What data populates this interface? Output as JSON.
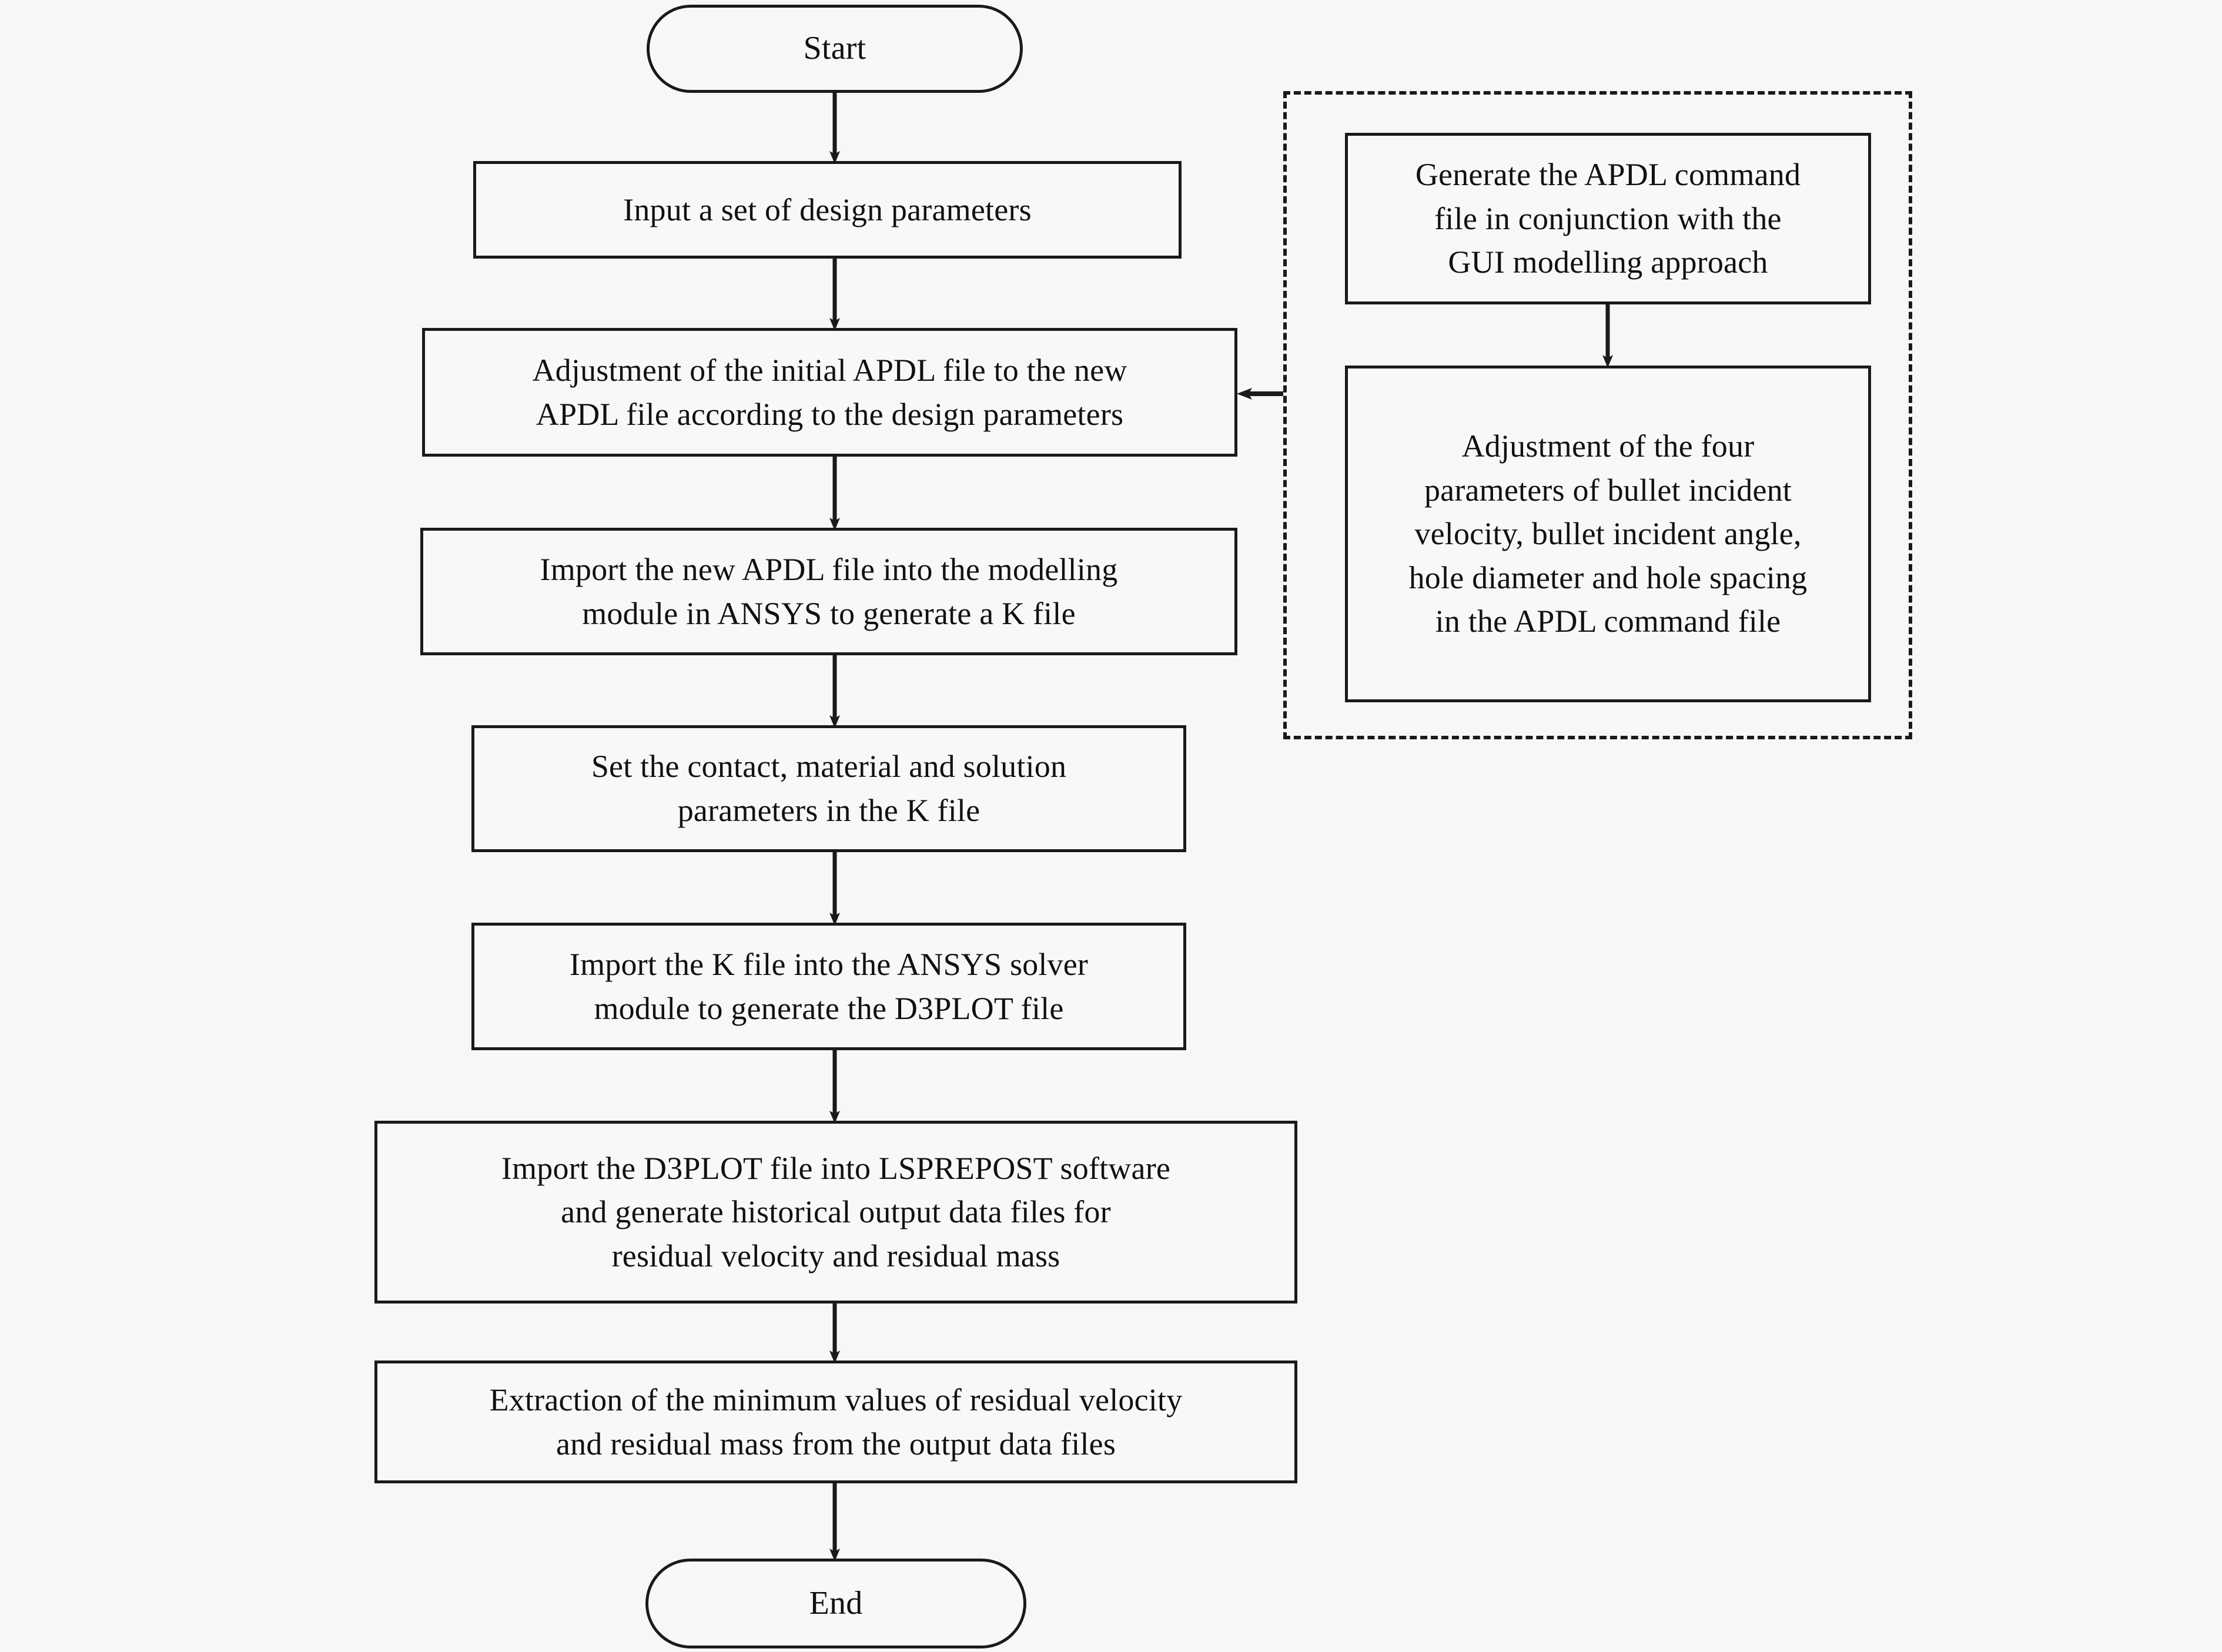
{
  "diagram": {
    "title": "Simulation workflow flowchart",
    "background_color": "#f7f7f7",
    "line_color": "#1a1a1a",
    "node_fill": "#f8f8f8"
  },
  "main_flow": {
    "start": {
      "label": "Start",
      "shape": "terminal"
    },
    "steps": [
      {
        "id": "input-parameters",
        "label": "Input a set of design parameters",
        "shape": "process"
      },
      {
        "id": "adjust-apdl-file",
        "label": "Adjustment of the initial APDL file to the new\nAPDL file according to the design parameters",
        "shape": "process"
      },
      {
        "id": "import-apdl-modelling",
        "label": "Import the new APDL file into the modelling\nmodule in ANSYS to generate a K file",
        "shape": "process"
      },
      {
        "id": "set-contact-material-solution",
        "label": "Set the contact, material and solution\nparameters in the K file",
        "shape": "process"
      },
      {
        "id": "import-k-solver",
        "label": "Import the K file into the ANSYS solver\nmodule to generate the D3PLOT file",
        "shape": "process"
      },
      {
        "id": "import-d3plot-lsprepost",
        "label": "Import the D3PLOT file into LSPREPOST software\nand generate historical output data files for\nresidual velocity and residual mass",
        "shape": "process"
      },
      {
        "id": "extract-minimum-values",
        "label": "Extraction of the minimum values of residual velocity\nand residual mass from the output data files",
        "shape": "process"
      }
    ],
    "end": {
      "label": "End",
      "shape": "terminal"
    }
  },
  "sub_flow": {
    "group_style": "dashed",
    "steps": [
      {
        "id": "generate-apdl-command-file",
        "label": "Generate the APDL command\nfile in conjunction with the\nGUI modelling approach",
        "shape": "process"
      },
      {
        "id": "adjust-four-parameters",
        "label": "Adjustment of the four\nparameters of bullet incident\nvelocity, bullet incident angle,\nhole diameter and hole spacing\nin the APDL command file",
        "shape": "process"
      }
    ]
  },
  "connectors": [
    {
      "from": "start",
      "to": "input-parameters",
      "type": "arrow-down"
    },
    {
      "from": "input-parameters",
      "to": "adjust-apdl-file",
      "type": "arrow-down"
    },
    {
      "from": "adjust-apdl-file",
      "to": "import-apdl-modelling",
      "type": "arrow-down"
    },
    {
      "from": "import-apdl-modelling",
      "to": "set-contact-material-solution",
      "type": "arrow-down"
    },
    {
      "from": "set-contact-material-solution",
      "to": "import-k-solver",
      "type": "arrow-down"
    },
    {
      "from": "import-k-solver",
      "to": "import-d3plot-lsprepost",
      "type": "arrow-down"
    },
    {
      "from": "import-d3plot-lsprepost",
      "to": "extract-minimum-values",
      "type": "arrow-down"
    },
    {
      "from": "extract-minimum-values",
      "to": "end",
      "type": "arrow-down"
    },
    {
      "from": "generate-apdl-command-file",
      "to": "adjust-four-parameters",
      "type": "arrow-down"
    },
    {
      "from": "sub-flow-group",
      "to": "adjust-apdl-file",
      "type": "arrow-left"
    }
  ]
}
